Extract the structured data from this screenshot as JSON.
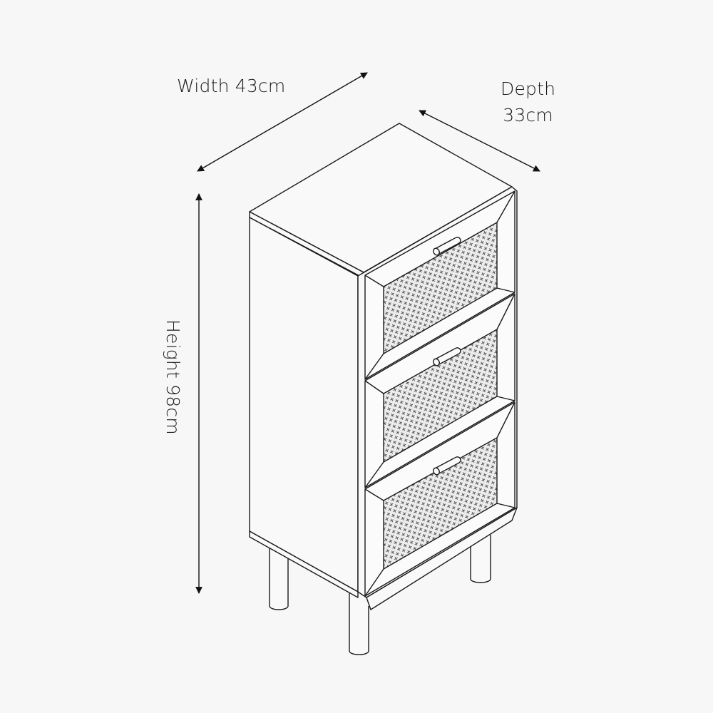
{
  "diagram": {
    "subject": "Three-drawer rattan-front chest on legs",
    "dimensions": {
      "width": {
        "label": "Width 43cm",
        "value": 43,
        "unit": "cm"
      },
      "depth": {
        "label_line1": "Depth",
        "label_line2": "33cm",
        "value": 33,
        "unit": "cm"
      },
      "height": {
        "label": "Height 98cm",
        "value": 98,
        "unit": "cm"
      }
    },
    "drawers": [
      {
        "index": 1,
        "handle": "t-bar-handle",
        "panel": "woven-rattan"
      },
      {
        "index": 2,
        "handle": "t-bar-handle",
        "panel": "woven-rattan"
      },
      {
        "index": 3,
        "handle": "t-bar-handle",
        "panel": "woven-rattan"
      }
    ],
    "legs": 4,
    "colors": {
      "background": "#f7f7f7",
      "line": "#1a1a1a",
      "rattan_fill": "#cfcfcf"
    }
  }
}
